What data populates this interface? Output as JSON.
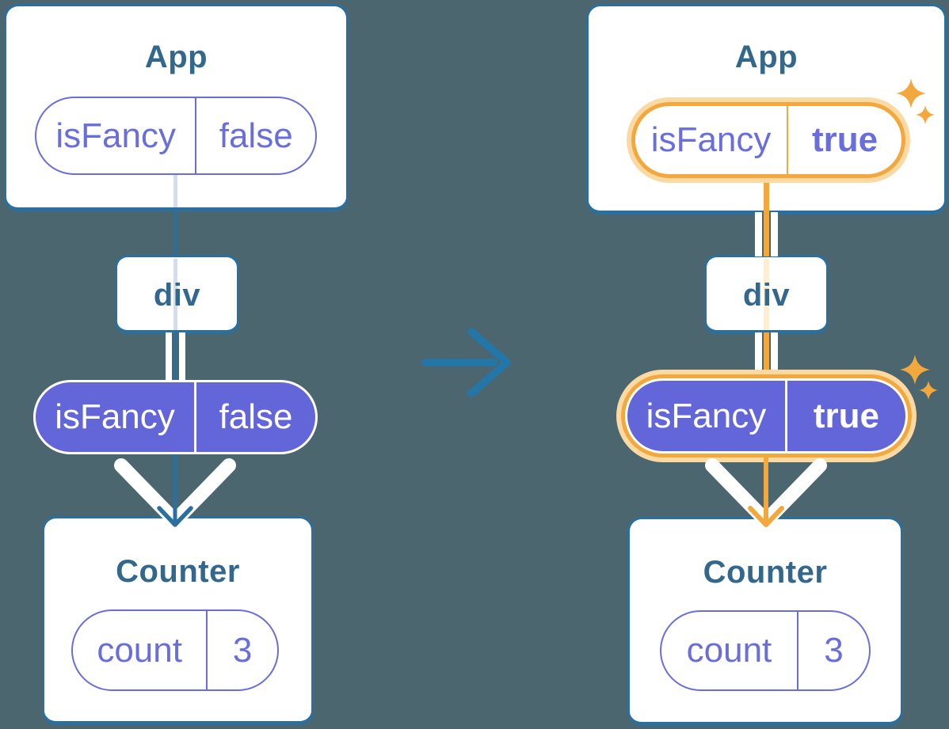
{
  "diagram": {
    "description": "Component tree before and after isFancy context change",
    "before": {
      "app": {
        "title": "App",
        "prop": {
          "key": "isFancy",
          "value": "false"
        }
      },
      "div": {
        "label": "div"
      },
      "context": {
        "key": "isFancy",
        "value": "false"
      },
      "counter": {
        "title": "Counter",
        "state": {
          "key": "count",
          "value": "3"
        }
      }
    },
    "after": {
      "app": {
        "title": "App",
        "prop": {
          "key": "isFancy",
          "value": "true"
        }
      },
      "div": {
        "label": "div"
      },
      "context": {
        "key": "isFancy",
        "value": "true"
      },
      "counter": {
        "title": "Counter",
        "state": {
          "key": "count",
          "value": "3"
        }
      }
    }
  },
  "icons": {
    "transition_arrow": "right-arrow",
    "pass_down_arrow": "down-chevron-arrow",
    "sparkle": "four-point-star"
  },
  "colors": {
    "background": "#4c6670",
    "card_fill": "#ffffff",
    "card_border": "#2b6f9e",
    "title_text": "#33688c",
    "purple": "#6a6edd",
    "purple_fill": "#6266d9",
    "orange": "#f3a83e",
    "orange_glow": "#fbd9a2",
    "faint_lavender": "#d3ddf1",
    "faint_cream": "#fdeed5",
    "arrow_blue": "#2277a8"
  }
}
